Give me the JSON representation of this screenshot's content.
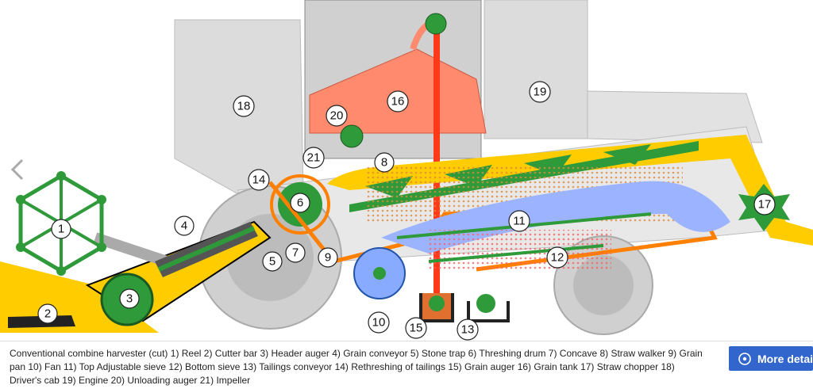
{
  "caption": "Conventional combine harvester (cut) 1) Reel 2) Cutter bar 3) Header auger 4) Grain conveyor 5) Stone trap 6) Threshing drum 7) Concave 8) Straw walker 9) Grain pan 10) Fan 11) Top Adjustable sieve 12) Bottom sieve 13) Tailings conveyor 14) Rethreshing of tailings 15) Grain auger 16) Grain tank 17) Straw chopper 18) Driver's cab 19) Engine 20) Unloading auger 21) Impeller",
  "more_button": {
    "label": "More details",
    "icon": "info-hand-icon"
  },
  "prev_button": {
    "icon": "chevron-left-icon"
  },
  "colors": {
    "green": "#2e9a3a",
    "yellow": "#ffcc00",
    "orange": "#ff8000",
    "salmon": "#ff8a6e",
    "gray": "#d9d9d9",
    "blue": "#9cb4ff",
    "button": "#3366cc"
  },
  "labels": {
    "n1": "1",
    "n2": "2",
    "n3": "3",
    "n4": "4",
    "n5": "5",
    "n6": "6",
    "n7": "7",
    "n8": "8",
    "n9": "9",
    "n10": "10",
    "n11": "11",
    "n12": "12",
    "n13": "13",
    "n14": "14",
    "n15": "15",
    "n16": "16",
    "n17": "17",
    "n18": "18",
    "n19": "19",
    "n20": "20",
    "n21": "21"
  }
}
